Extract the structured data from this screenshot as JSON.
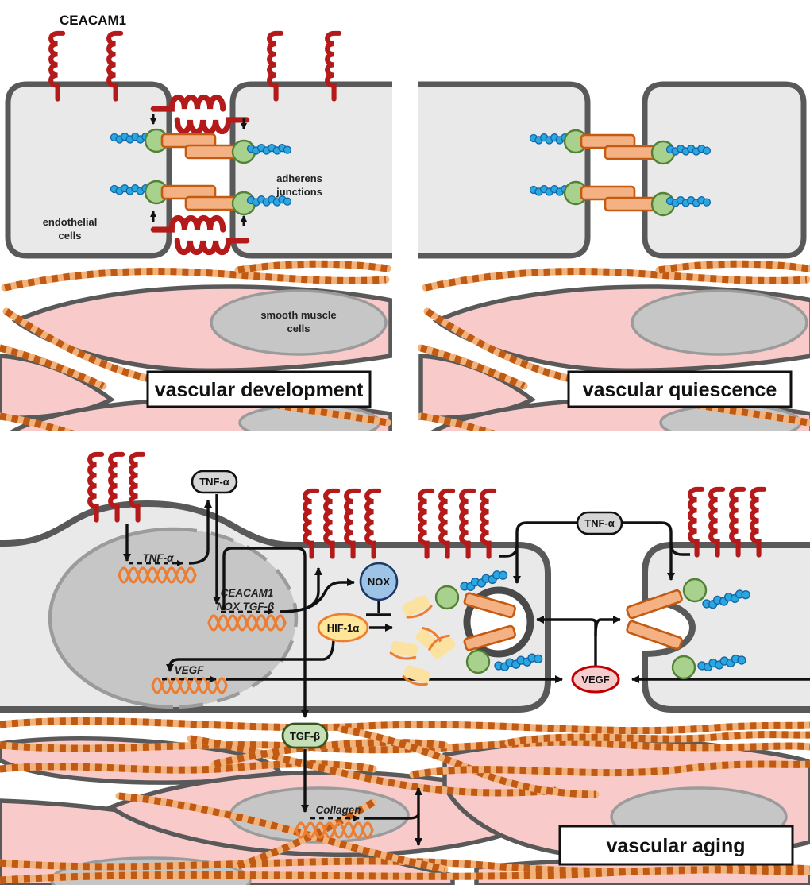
{
  "labels": {
    "ceacam1_title": "CEACAM1",
    "endothelial_1": "endothelial",
    "endothelial_2": "cells",
    "adherens_1": "adherens",
    "adherens_2": "junctions",
    "smooth_muscle_1": "smooth muscle",
    "smooth_muscle_2": "cells"
  },
  "panels": {
    "development": {
      "label": "vascular development"
    },
    "quiescence": {
      "label": "vascular quiescence"
    },
    "aging": {
      "label": "vascular aging"
    }
  },
  "molecules": {
    "tnf_secreted": "TNF-α",
    "tnf_paracrine": "TNF-α",
    "nox": "NOX",
    "hif1a": "HIF-1α",
    "tgfb": "TGF-β",
    "vegf": "VEGF"
  },
  "genes": {
    "tnf": "TNF-α",
    "ceacam1_line1": "CEACAM1",
    "ceacam1_line2": "NOX  TGF-β",
    "vegf": "VEGF",
    "collagen": "Collagen"
  },
  "colors": {
    "red": "#b51a1a",
    "cellFill": "#e9e9e9",
    "cellStroke": "#595959",
    "barFill": "#f4b183",
    "barStroke": "#c55a11",
    "green": "#a9d18e",
    "greenDark": "#538135",
    "blue": "#29a8e0",
    "blueDark": "#1565a8",
    "smcFill": "#f9caca",
    "nucleusFill": "#c6c6c6",
    "nucleusStroke": "#9b9b9b",
    "fiberLight": "#f2b27c",
    "fiberDark": "#c05a12",
    "helix": "#ed7d31",
    "grayBox": "#d6d6d6",
    "noxFill": "#9dc3e6",
    "noxStroke": "#1f3864",
    "hifFill": "#ffe699",
    "hifStroke": "#ed7d31",
    "tgfFill": "#c5e0b4",
    "tgfStroke": "#375623",
    "vegfFill": "#f6cdcd",
    "vegfStroke": "#c00000",
    "fragFill": "#fbe2a0",
    "fragStroke": "#ed7d31"
  }
}
